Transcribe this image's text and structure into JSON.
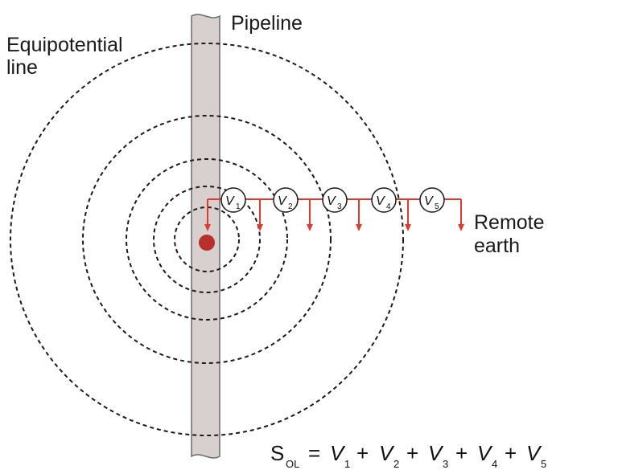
{
  "labels": {
    "equipotential_line": [
      "Equipotential",
      "line"
    ],
    "pipeline": "Pipeline",
    "remote_earth": [
      "Remote",
      "earth"
    ]
  },
  "meters": [
    {
      "symbol": "V",
      "index": "1"
    },
    {
      "symbol": "V",
      "index": "2"
    },
    {
      "symbol": "V",
      "index": "3"
    },
    {
      "symbol": "V",
      "index": "4"
    },
    {
      "symbol": "V",
      "index": "5"
    }
  ],
  "equation": {
    "lhs": "S",
    "lhs_sub": "OL",
    "equals": "=",
    "plus": "+",
    "terms": [
      {
        "symbol": "V",
        "index": "1"
      },
      {
        "symbol": "V",
        "index": "2"
      },
      {
        "symbol": "V",
        "index": "3"
      },
      {
        "symbol": "V",
        "index": "4"
      },
      {
        "symbol": "V",
        "index": "5"
      }
    ]
  },
  "colors": {
    "pipe_fill": "#d8d0ce",
    "pipe_stroke": "#6b6b6b",
    "circle_stroke": "#1a1a1a",
    "circuit": "#e03a2f",
    "source": "#b8302a"
  }
}
